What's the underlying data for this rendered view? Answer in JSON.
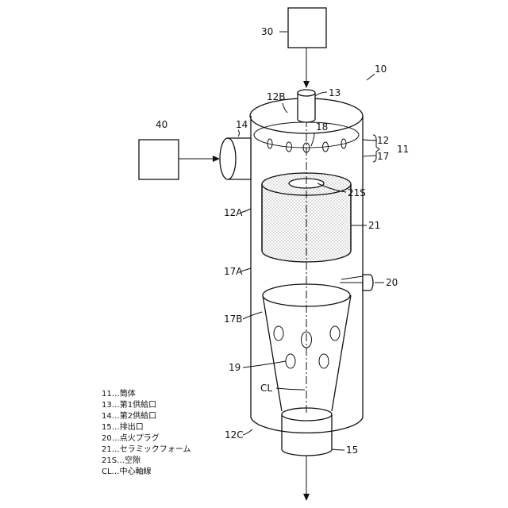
{
  "figure": {
    "labels": {
      "l10": "10",
      "l30": "30",
      "l40": "40",
      "l12B": "12B",
      "l13": "13",
      "l14": "14",
      "l18": "18",
      "l12": "12",
      "l11": "11",
      "l17": "17",
      "l21S": "21S",
      "l12A": "12A",
      "l21": "21",
      "l17A": "17A",
      "l20": "20",
      "l17B": "17B",
      "l19": "19",
      "lCL": "CL",
      "l12C": "12C",
      "l15": "15"
    },
    "legend": [
      "11…筒体",
      "13…第1供給口",
      "14…第2供給口",
      "15…排出口",
      "20…点火プラグ",
      "21…セラミックフォーム",
      "21S…空隙",
      "CL…中心軸線"
    ]
  }
}
